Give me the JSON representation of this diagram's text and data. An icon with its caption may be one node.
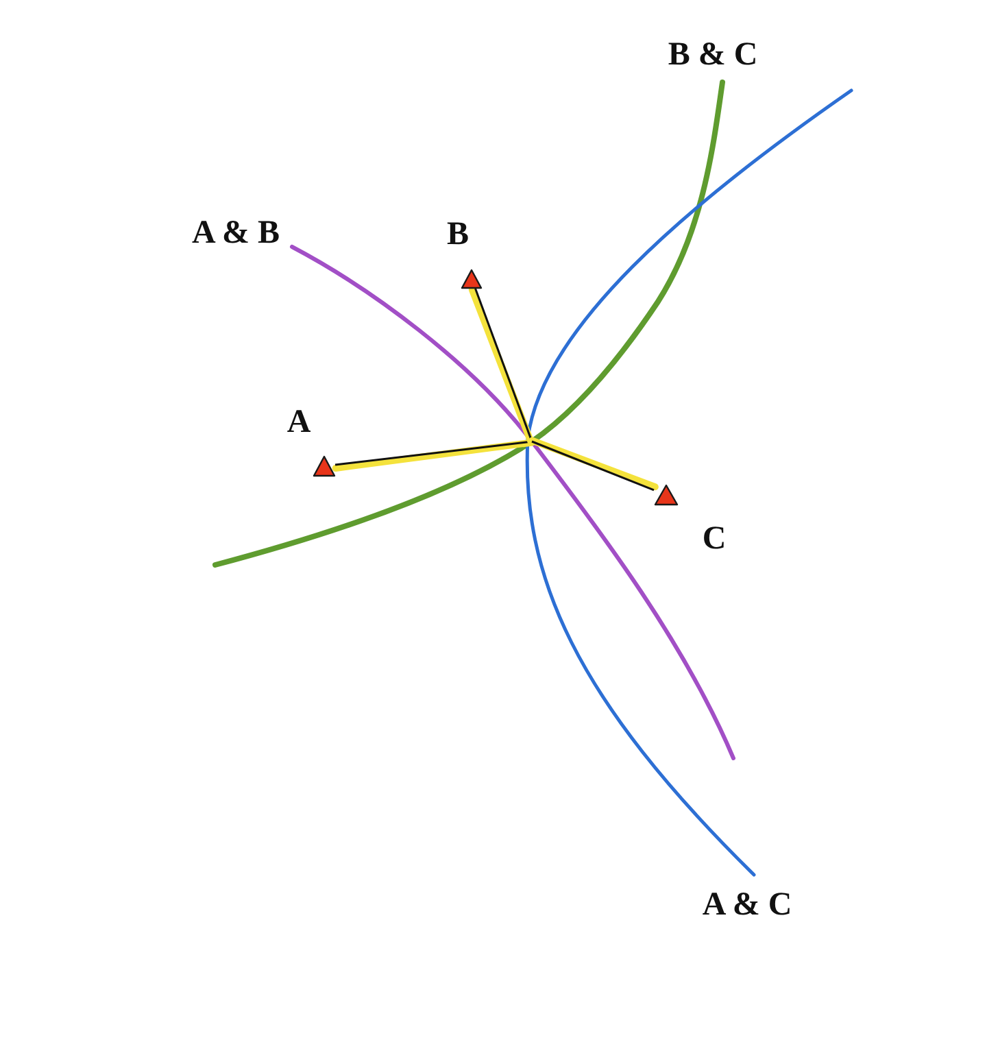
{
  "diagram": {
    "nodes": [
      {
        "text": [],
        "shape": "triangle",
        "beside": [
          "A"
        ]
      },
      {
        "text": [],
        "shape": "triangle",
        "beside": [
          "B"
        ]
      },
      {
        "text": [],
        "shape": "triangle",
        "beside": [
          "C"
        ]
      }
    ],
    "edges": [
      {
        "from": 0,
        "to": null,
        "arrow": "none"
      },
      {
        "from": 1,
        "to": null,
        "arrow": "none"
      },
      {
        "from": 2,
        "to": null,
        "arrow": "none"
      }
    ],
    "labels": [
      "B & C",
      "A & B",
      "A & C"
    ]
  }
}
